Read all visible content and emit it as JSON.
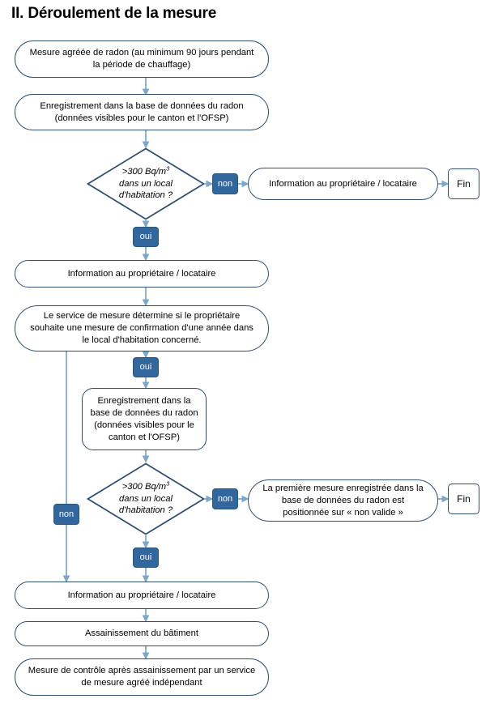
{
  "page": {
    "title": "II. Déroulement de la mesure"
  },
  "colors": {
    "node_border": "#2e4f72",
    "connector": "#7ba7cc",
    "label_fill": "#31679c",
    "label_text": "#ffffff",
    "background": "#ffffff"
  },
  "nodes": {
    "start_measure": "Mesure agréée de radon (au minimum 90 jours pendant la période de chauffage)",
    "register_db_1": "Enregistrement dans la base de données du radon (données visibles pour le canton et l'OFSP)",
    "decision_1_line1": ">300 Bq/m",
    "decision_1_exp": "3",
    "decision_1_line2": "dans un local",
    "decision_1_line3": "d'habitation ?",
    "info_owner_1": "Information au propriétaire / locataire",
    "end_1": "Fin",
    "info_owner_2": "Information au propriétaire / locataire",
    "service_determines": "Le service de mesure détermine si le propriétaire souhaite une mesure de confirmation d'une année dans le local d'habitation concerné.",
    "register_db_2": "Enregistrement dans la base de données du radon (données visibles pour le canton et l'OFSP)",
    "decision_2_line1": ">300 Bq/m",
    "decision_2_exp": "3",
    "decision_2_line2": "dans un local",
    "decision_2_line3": "d'habitation ?",
    "first_measure_invalid": "La première mesure enregistrée dans la base de données du radon est positionnée sur « non valide »",
    "end_2": "Fin",
    "info_owner_3": "Information au propriétaire / locataire",
    "building_remediation": "Assainissement du bâtiment",
    "control_measure": "Mesure de contrôle après assainissement par un service de mesure agréé indépendant"
  },
  "edge_labels": {
    "decision_1_no": "non",
    "decision_1_yes": "oui",
    "service_yes": "oui",
    "service_no": "non",
    "decision_2_no": "non",
    "decision_2_yes": "oui"
  }
}
